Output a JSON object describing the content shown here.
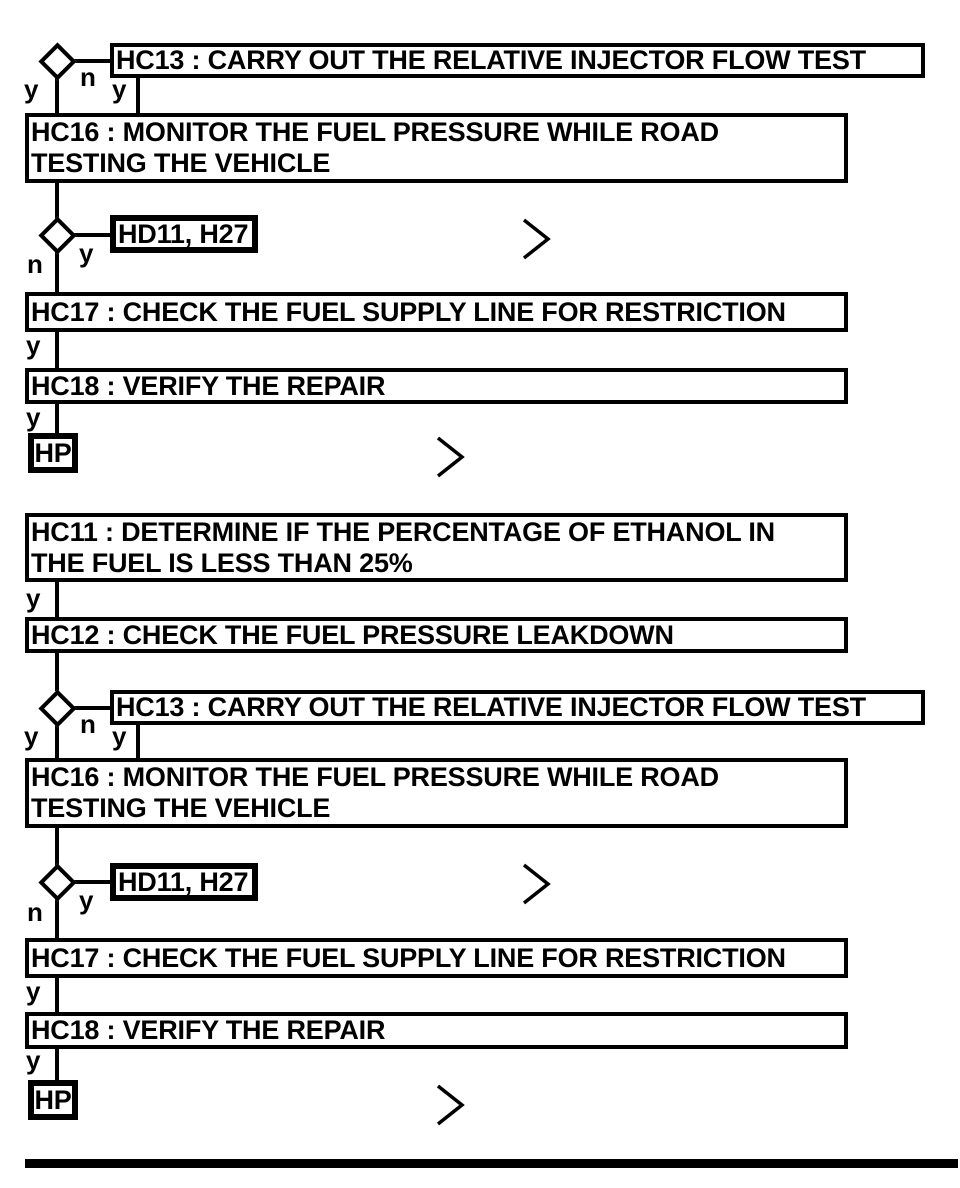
{
  "colors": {
    "ink": "#000000",
    "paper": "#ffffff"
  },
  "branch_labels": {
    "yes": "y",
    "no": "n"
  },
  "nodes": {
    "hc13": "HC13 : CARRY OUT THE RELATIVE INJECTOR FLOW TEST",
    "hc16": "HC16 : MONITOR THE FUEL PRESSURE WHILE ROAD\nTESTING THE VEHICLE",
    "hd11": "HD11, H27",
    "hc17": "HC17 : CHECK THE FUEL SUPPLY LINE FOR RESTRICTION",
    "hc18": "HC18 : VERIFY THE REPAIR",
    "hp": "HP",
    "hc11": "HC11 : DETERMINE IF THE PERCENTAGE OF ETHANOL IN\nTHE FUEL IS LESS THAN 25%",
    "hc12": "HC12 : CHECK THE FUEL PRESSURE LEAKDOWN"
  }
}
